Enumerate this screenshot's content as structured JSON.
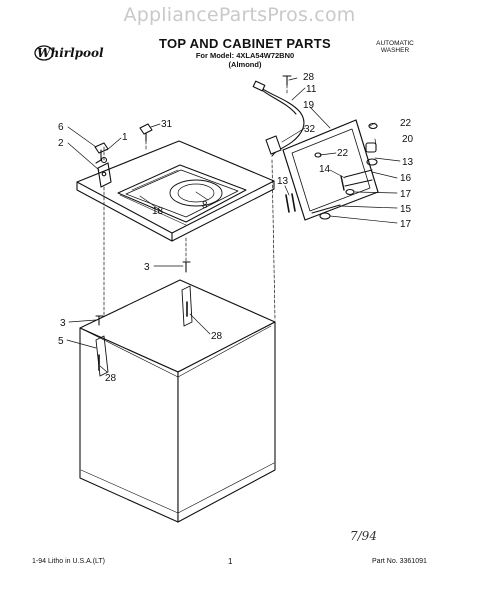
{
  "watermark": "AppliancePartsPros.com",
  "brand": "Whirlpool",
  "title": "TOP AND CABINET PARTS",
  "model_line": "For Model: 4XLA54W72BN0",
  "color_line": "(Almond)",
  "appliance_type_line1": "AUTOMATIC",
  "appliance_type_line2": "WASHER",
  "handwriting": "7/94",
  "callouts": [
    "28",
    "11",
    "19",
    "32",
    "22",
    "20",
    "13",
    "22",
    "14",
    "16",
    "13",
    "17",
    "15",
    "17",
    "6",
    "1",
    "31",
    "2",
    "8",
    "18",
    "3",
    "3",
    "28",
    "5",
    "28"
  ],
  "footer": {
    "left": "1-94 Litho in U.S.A.(LT)",
    "page": "1",
    "right": "Part No. 3361091"
  }
}
